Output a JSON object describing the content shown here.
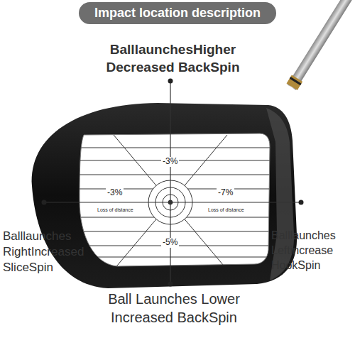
{
  "diagram": {
    "title": "Impact location description",
    "labels": [
      "BalllaunchesHigher Decreased BackSpin",
      "-3%",
      "-3%",
      "Loss of distance",
      "-7%",
      "Loss of distance",
      "-5%",
      "Balllaunches RightIncreased SliceSpin",
      "Balllaunches Leftincrease HookSpin",
      "Ball Launches Lower Increased BackSpin"
    ]
  }
}
